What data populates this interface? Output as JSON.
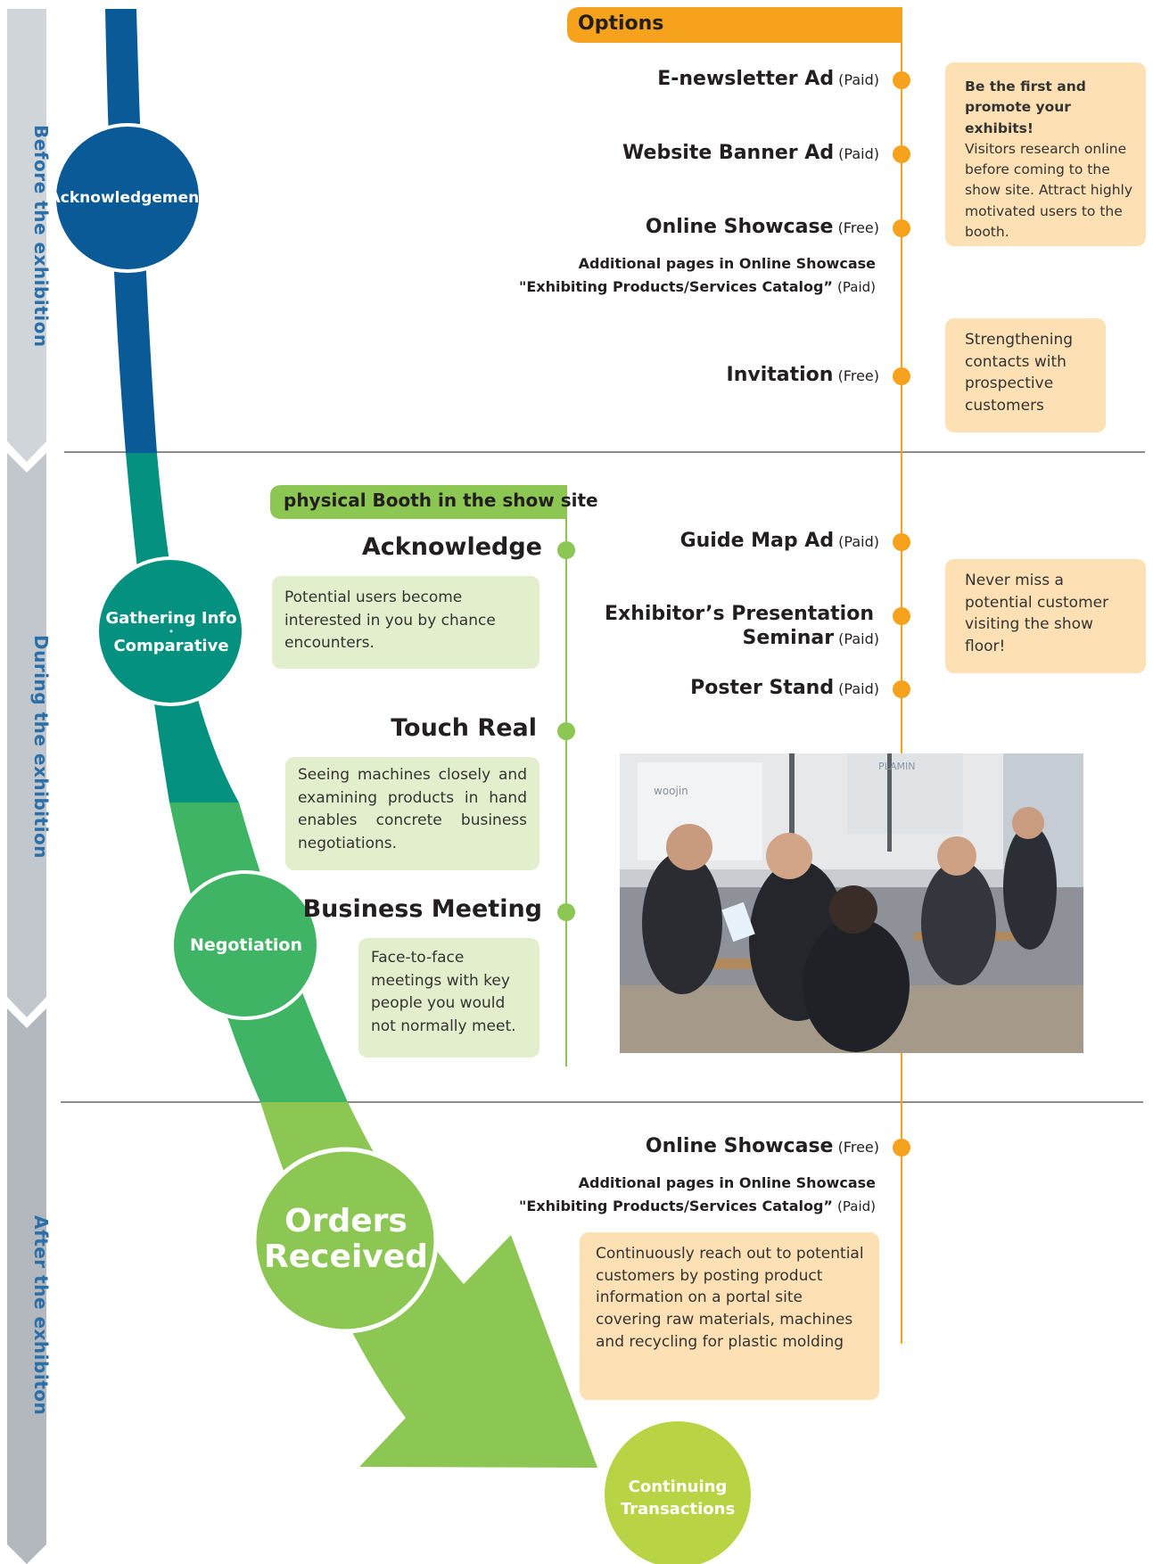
{
  "phases": {
    "before": "Before the exhibition",
    "during": "During the exhibition",
    "after": "After the exhibiton"
  },
  "stages": {
    "acknowledgement": "Acknowledgement",
    "gathering_line1": "Gathering Info",
    "gathering_dot": "・",
    "gathering_line2": "Comparative",
    "negotiation": "Negotiation",
    "orders_line1": "Orders",
    "orders_line2": "Received",
    "continuing_line1": "Continuing",
    "continuing_line2": "Transactions"
  },
  "options": {
    "header": "Options",
    "items": [
      {
        "name": "E-newsletter Ad",
        "tag": "(Paid)"
      },
      {
        "name": "Website Banner Ad",
        "tag": "(Paid)"
      },
      {
        "name": "Online Showcase",
        "tag": "(Free)",
        "note_line1": "Additional pages in Online Showcase",
        "note_line2": "\"Exhibiting Products/Services Catalog”",
        "note_tag": "(Paid)"
      },
      {
        "name": "Invitation",
        "tag": "(Free)"
      },
      {
        "name": "Guide Map Ad",
        "tag": "(Paid)"
      },
      {
        "name_line1": "Exhibitor’s Presentation",
        "name_line2": "Seminar",
        "tag": "(Paid)"
      },
      {
        "name": "Poster Stand",
        "tag": "(Paid)"
      },
      {
        "name": "Online Showcase",
        "tag": "(Free)",
        "note_line1": "Additional pages in Online Showcase",
        "note_line2": "\"Exhibiting Products/Services Catalog”",
        "note_tag": "(Paid)"
      }
    ]
  },
  "notes": {
    "promote_bold1": "Be the first and",
    "promote_bold2": "promote your exhibits!",
    "promote_body": "Visitors research online before coming to the show site. Attract highly motivated users to the booth.",
    "strengthen": "Strengthening contacts with prospective customers",
    "never_miss": "Never miss a potential customer visiting the show floor!",
    "continuously": "Continuously reach out to potential customers by posting product information on a portal site covering raw materials, machines and recycling for plastic molding"
  },
  "booth": {
    "header": "physical Booth in the show site",
    "items": [
      {
        "title": "Acknowledge",
        "desc": "Potential users become interested in you by chance encounters."
      },
      {
        "title": "Touch Real",
        "desc": "Seeing machines closely and examining products in hand enables concrete business negotiations."
      },
      {
        "title": "Business Meeting",
        "desc": "Face-to-face meetings with key people you would not normally meet."
      }
    ]
  },
  "photo": {
    "sign1": "woojin",
    "sign2": "PLAMIN"
  },
  "colors": {
    "navy": "#0a5a98",
    "teal": "#05917f",
    "green": "#3fb464",
    "lime": "#8cc653",
    "yellowgreen": "#b8d445",
    "orange": "#f6a21c",
    "peach": "#fde0b3",
    "palegreen": "#e3efcc",
    "arrowgray": "#c4c9cf"
  }
}
